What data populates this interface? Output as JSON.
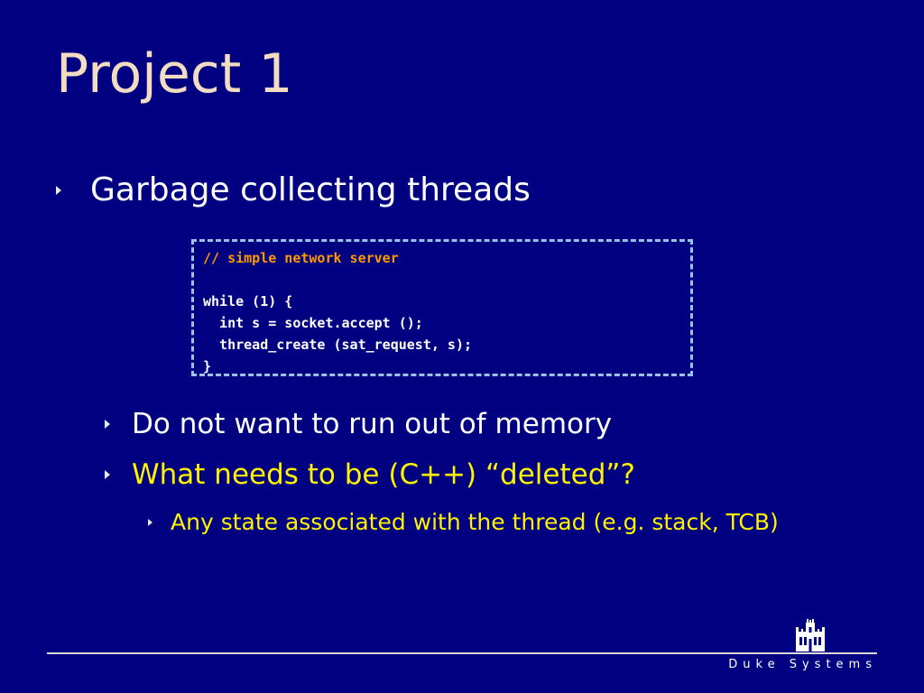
{
  "slide": {
    "title": "Project 1",
    "bullets": [
      {
        "text": "Garbage collecting threads"
      },
      {
        "text": "Do not want to run out of memory"
      },
      {
        "text": "What needs to be (C++) “deleted”?"
      },
      {
        "text": "Any state associated with the thread (e.g. stack, TCB)"
      }
    ],
    "code": {
      "lines": [
        "// simple network server",
        "",
        "while (1) {",
        "  int s = socket.accept ();",
        "  thread_create (sat_request, s);",
        "}"
      ]
    }
  },
  "footer": {
    "brand": "Duke Systems",
    "logo_icon": "duke-chapel-icon"
  },
  "colors": {
    "background": "#000080",
    "title": "#F2DCC2",
    "highlight": "#FFF200",
    "code_comment": "#FF9900",
    "box_border": "#9BC2E6"
  }
}
